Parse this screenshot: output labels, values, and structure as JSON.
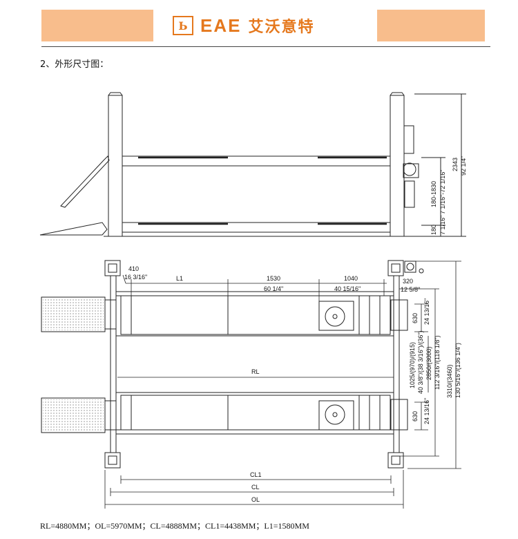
{
  "header": {
    "logo_mark": "Ь",
    "brand_en": "EAE",
    "brand_cn": "艾沃意特"
  },
  "section_title": "2、外形尺寸图：",
  "side_view": {
    "height_total": "2343",
    "height_total_in": "92 1/4\"",
    "lift_range": "180-1830",
    "lift_range_in": "7 1/16\"-72 1/16\"",
    "min_height": "180",
    "min_height_in": "7 1/16\""
  },
  "top_view": {
    "d410": "410",
    "d410_in": "16 3/16\"",
    "l1": "L1",
    "d1530": "1530",
    "d1530_in": "60 1/4\"",
    "d1040": "1040",
    "d1040_in": "40 15/16\"",
    "d320": "320",
    "d320_in": "12 5/8\"",
    "d630a": "630",
    "d630a_in": "24 13/16\"",
    "d630b": "630",
    "d630b_in": "24 13/16\"",
    "rl": "RL",
    "cl1": "CL1",
    "cl": "CL",
    "ol": "OL",
    "inner_width": "1025/(970)/(915)",
    "inner_width_in": "40 3/8\"/(38 3/16\")/(36\")",
    "mid_width": "2850/(3000)",
    "mid_width_in": "112 3/16\"/(118 1/8\")",
    "outer_width": "3310/(3460)",
    "outer_width_in": "130 5/16\"/(136 1/4\")"
  },
  "footer_text": "RL=4880MM；OL=5970MM；CL=4888MM；CL1=4438MM；L1=1580MM"
}
